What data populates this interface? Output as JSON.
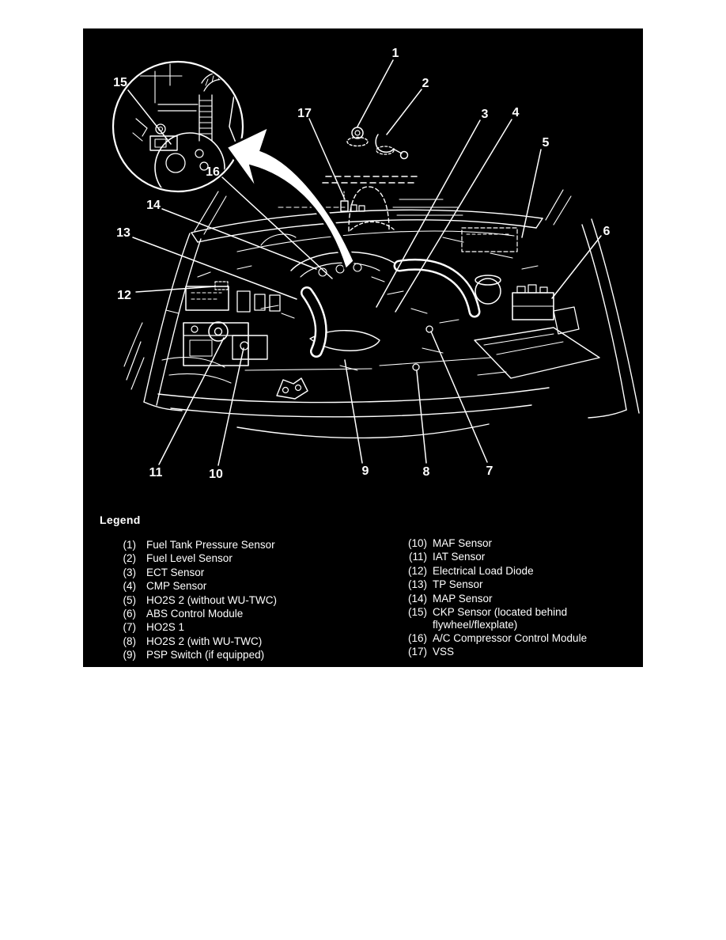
{
  "colors": {
    "page_background": "#ffffff",
    "figure_background": "#000000",
    "ink": "#ffffff"
  },
  "diagram": {
    "description_icons": [
      "fuel-tank-pressure-sensor-icon",
      "fuel-level-sensor-icon",
      "vss-icon",
      "zoom-arrow",
      "flywheel-inset"
    ],
    "callouts": [
      {
        "label": "1"
      },
      {
        "label": "2"
      },
      {
        "label": "3"
      },
      {
        "label": "4"
      },
      {
        "label": "5"
      },
      {
        "label": "6"
      },
      {
        "label": "7"
      },
      {
        "label": "8"
      },
      {
        "label": "9"
      },
      {
        "label": "10"
      },
      {
        "label": "11"
      },
      {
        "label": "12"
      },
      {
        "label": "13"
      },
      {
        "label": "14"
      },
      {
        "label": "15"
      },
      {
        "label": "16"
      },
      {
        "label": "17"
      }
    ]
  },
  "legend": {
    "title": "Legend",
    "left": [
      {
        "num": "(1)",
        "label": "Fuel Tank Pressure Sensor"
      },
      {
        "num": "(2)",
        "label": "Fuel Level Sensor"
      },
      {
        "num": "(3)",
        "label": "ECT Sensor"
      },
      {
        "num": "(4)",
        "label": "CMP Sensor"
      },
      {
        "num": "(5)",
        "label": "HO2S 2 (without WU-TWC)"
      },
      {
        "num": "(6)",
        "label": "ABS Control Module"
      },
      {
        "num": "(7)",
        "label": "HO2S 1"
      },
      {
        "num": "(8)",
        "label": "HO2S 2 (with WU-TWC)"
      },
      {
        "num": "(9)",
        "label": "PSP Switch (if equipped)"
      }
    ],
    "right": [
      {
        "num": "(10)",
        "label": "MAF Sensor"
      },
      {
        "num": "(11)",
        "label": "IAT Sensor"
      },
      {
        "num": "(12)",
        "label": "Electrical Load Diode"
      },
      {
        "num": "(13)",
        "label": "TP Sensor"
      },
      {
        "num": "(14)",
        "label": "MAP Sensor"
      },
      {
        "num": "(15)",
        "label": "CKP Sensor (located behind",
        "label2": "flywheel/flexplate)"
      },
      {
        "num": "(16)",
        "label": "A/C Compressor Control Module"
      },
      {
        "num": "(17)",
        "label": "VSS"
      }
    ]
  }
}
